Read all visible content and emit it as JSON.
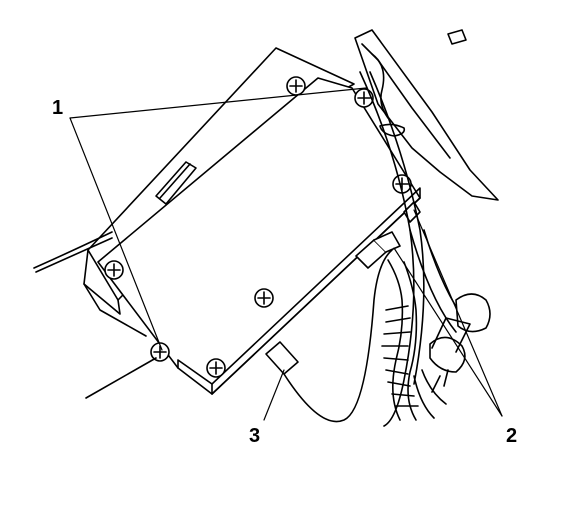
{
  "callouts": {
    "one": "1",
    "two": "2",
    "three": "3"
  },
  "colors": {
    "line": "#000000",
    "background": "#ffffff"
  }
}
